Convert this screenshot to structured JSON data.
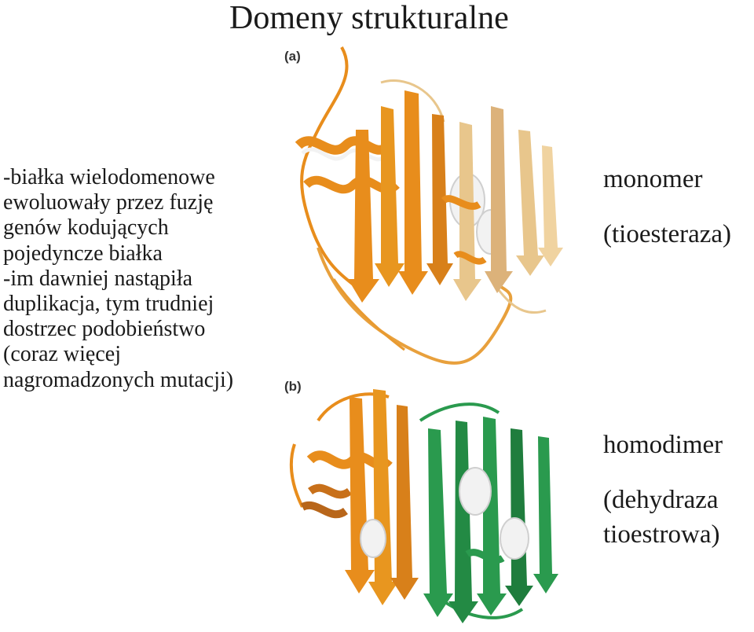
{
  "slide": {
    "title": "Domeny strukturalne",
    "bullets": [
      "-białka wielodomenowe",
      "ewoluowały przez fuzję",
      "genów kodujących",
      "pojedyncze białka",
      "-im dawniej nastąpiła",
      "duplikacja, tym trudniej",
      "dostrzec podobieństwo",
      "(coraz więcej",
      "nagromadzonych mutacji)"
    ],
    "panels": {
      "a": {
        "label": "(a)",
        "caption": "monomer",
        "subcaption": "(tioesteraza)",
        "icon": "protein-ribbon-icon"
      },
      "b": {
        "label": "(b)",
        "caption": "homodimer",
        "subcaption_line1": "(dehydraza",
        "subcaption_line2": "tioestrowa)",
        "icon": "protein-ribbon-icon"
      }
    },
    "colors": {
      "orange": "#e88d1c",
      "light_orange": "#e8c68c",
      "green": "#2a9a4e",
      "white_helix": "#f2f2f2"
    }
  }
}
